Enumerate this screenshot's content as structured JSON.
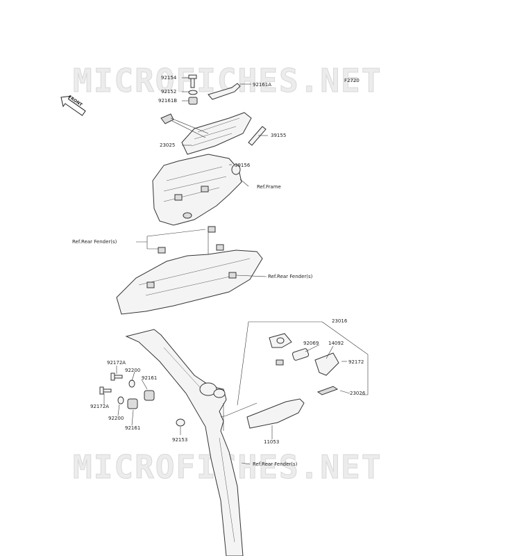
{
  "diagram": {
    "page_code": "F2720",
    "front_marker": "FRONT",
    "watermarks": [
      "MICROFICHES.NET",
      "MICROFICHES.NET"
    ],
    "callouts": {
      "p92154": "92154",
      "p92152": "92152",
      "p92161A_top": "92161A",
      "p92161B": "92161B",
      "p23025": "23025",
      "p39155": "39155",
      "p39156": "39156",
      "ref_frame": "Ref.Frame",
      "ref_rear_fender_1": "Ref.Rear Fender(s)",
      "ref_rear_fender_2": "Ref.Rear Fender(s)",
      "ref_rear_fender_3": "Ref.Rear Fender(s)",
      "p23016": "23016",
      "p92069": "92069",
      "p14092": "14092",
      "p92172": "92172",
      "p23026": "23026",
      "p92172A_1": "92172A",
      "p92200_1": "92200",
      "p92161_1": "92161",
      "p92172A_2": "92172A",
      "p92200_2": "92200",
      "p92161_2": "92161",
      "p92153": "92153",
      "p11053": "11053"
    }
  }
}
